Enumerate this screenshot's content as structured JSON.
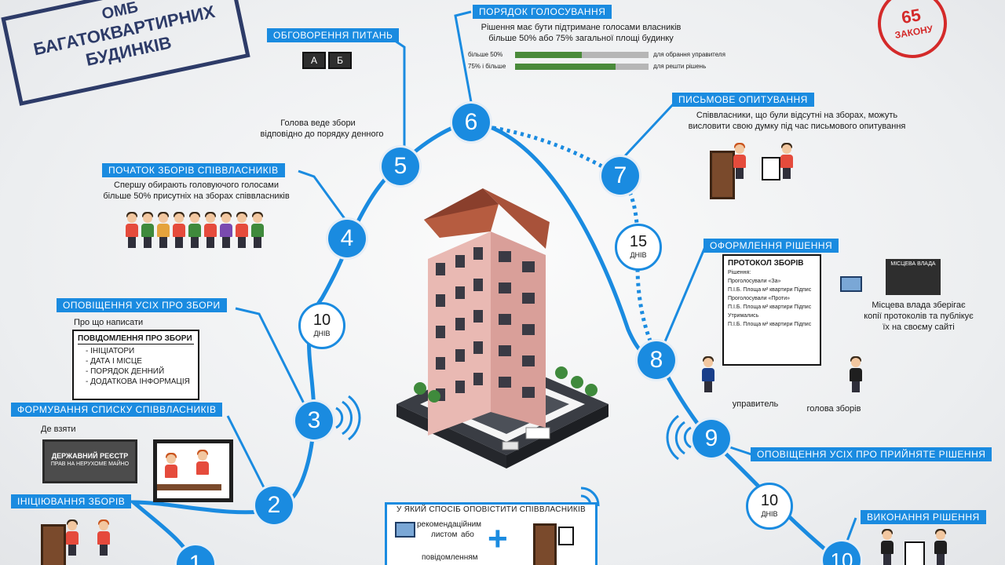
{
  "colors": {
    "accent": "#1a8be0",
    "stamp": "#2d3b68",
    "stamp_red": "#d42a2a",
    "bar_green": "#4a8a3a",
    "bar_gray": "#b6b6b6"
  },
  "title_stamp": {
    "line1": "ОМБ",
    "line2": "БАГАТОКВАРТИРНИХ",
    "line3": "БУДИНКІВ"
  },
  "law_stamp": {
    "number": "65",
    "word": "ЗАКОНУ"
  },
  "steps": [
    {
      "number": "1",
      "title": "ІНІЦІЮВАННЯ ЗБОРІВ"
    },
    {
      "number": "2",
      "title": "ФОРМУВАННЯ СПИСКУ СПІВВЛАСНИКІВ",
      "where_label": "Де взяти",
      "registry_line1": "ДЕРЖАВНИЙ РЕЄСТР",
      "registry_line2": "ПРАВ НА НЕРУХОМЕ МАЙНО"
    },
    {
      "number": "3",
      "title": "ОПОВІЩЕННЯ УСІХ ПРО ЗБОРИ",
      "what_label": "Про що написати",
      "notice_title": "ПОВІДОМЛЕННЯ ПРО ЗБОРИ",
      "notice_items": [
        "- ІНІЦІАТОРИ",
        "- ДАТА І МІСЦЕ",
        "- ПОРЯДОК ДЕННИЙ",
        "- ДОДАТКОВА ІНФОРМАЦІЯ"
      ]
    },
    {
      "number": "4",
      "title": "ПОЧАТОК ЗБОРІВ СПІВВЛАСНИКІВ",
      "text_line1": "Спершу обирають головуючого голосами",
      "text_line2": "більше 50% присутніх на зборах співвласників"
    },
    {
      "number": "5",
      "title": "ОБГОВОРЕННЯ ПИТАНЬ",
      "text_line1": "Голова веде збори",
      "text_line2": "відповідно до порядку денного",
      "sign_a": "А",
      "sign_b": "Б"
    },
    {
      "number": "6",
      "title": "ПОРЯДОК ГОЛОСУВАННЯ",
      "text_line1": "Рішення має бути підтримане голосами власників",
      "text_line2": "більше 50% або 75% загальної площі будинку",
      "bars": [
        {
          "label": "більше 50%",
          "note": "для обрання управителя",
          "filled": 0.5
        },
        {
          "label": "75% і більше",
          "note": "для решти рішень",
          "filled": 0.75
        }
      ]
    },
    {
      "number": "7",
      "title": "ПИСЬМОВЕ ОПИТУВАННЯ",
      "text_line1": "Співвласники, що були відсутні на зборах, можуть",
      "text_line2": "висловити свою думку під час письмового опитування"
    },
    {
      "number": "8",
      "title": "ОФОРМЛЕННЯ РІШЕННЯ",
      "protocol_title": "ПРОТОКОЛ ЗБОРІВ",
      "protocol_decision": "Рішення:",
      "protocol_for": "Проголосували «За»",
      "protocol_against": "Проголосували «Проти»",
      "protocol_abstain": "Утримались",
      "protocol_row": "П.І.Б.        Площа м² квартири        Підпис",
      "office_sign": "МІСЦЕВА ВЛАДА",
      "authority_line1": "Місцева влада зберігає",
      "authority_line2": "копії протоколів та публікує",
      "authority_line3": "їх на своєму сайті",
      "manager_label": "управитель",
      "head_label": "голова зборів"
    },
    {
      "number": "9",
      "title": "ОПОВІЩЕННЯ УСІХ ПРО ПРИЙНЯТЕ РІШЕННЯ"
    },
    {
      "number": "10",
      "title": "ВИКОНАННЯ РІШЕННЯ"
    }
  ],
  "timers": [
    {
      "value": "10",
      "unit": "ДНІВ"
    },
    {
      "value": "15",
      "unit": "ДНІВ"
    },
    {
      "value": "10",
      "unit": "ДНІВ"
    }
  ],
  "notify_method": {
    "title": "У ЯКИЙ СПОСІБ ОПОВІСТИТИ СПІВВЛАСНИКІВ",
    "option1_line1": "рекомендаційним",
    "option1_line2": "листом",
    "or_label": "або",
    "option2": "повідомленням",
    "plus": "+"
  }
}
